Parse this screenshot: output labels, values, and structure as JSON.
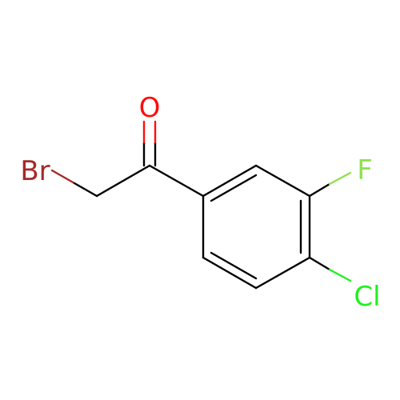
{
  "molecule": {
    "atoms": [
      {
        "id": "O",
        "symbol": "O",
        "label": "O",
        "color": "#ff0d0d"
      },
      {
        "id": "Br",
        "symbol": "Br",
        "label": "Br",
        "color": "#a62929"
      },
      {
        "id": "F",
        "symbol": "F",
        "label": "F",
        "color": "#90e050"
      },
      {
        "id": "Cl",
        "symbol": "Cl",
        "label": "Cl",
        "color": "#1ff01f"
      }
    ],
    "bond_color": "#000000"
  }
}
